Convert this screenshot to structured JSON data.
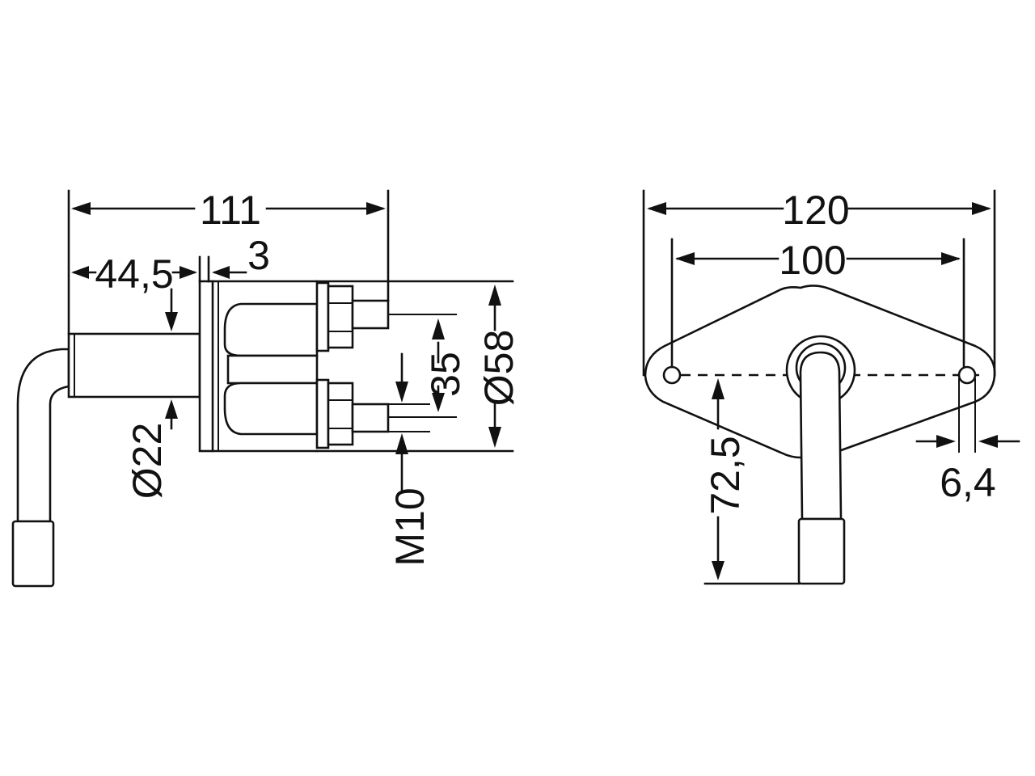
{
  "side_view": {
    "overall_length": "111",
    "shaft_length": "44,5",
    "flange_thickness": "3",
    "bolt_spacing": "35",
    "body_diameter": "Ø58",
    "shaft_diameter": "Ø22",
    "thread": "M10"
  },
  "front_view": {
    "overall_width": "120",
    "hole_spacing": "100",
    "hole_diameter": "6,4",
    "handle_length": "72,5"
  }
}
